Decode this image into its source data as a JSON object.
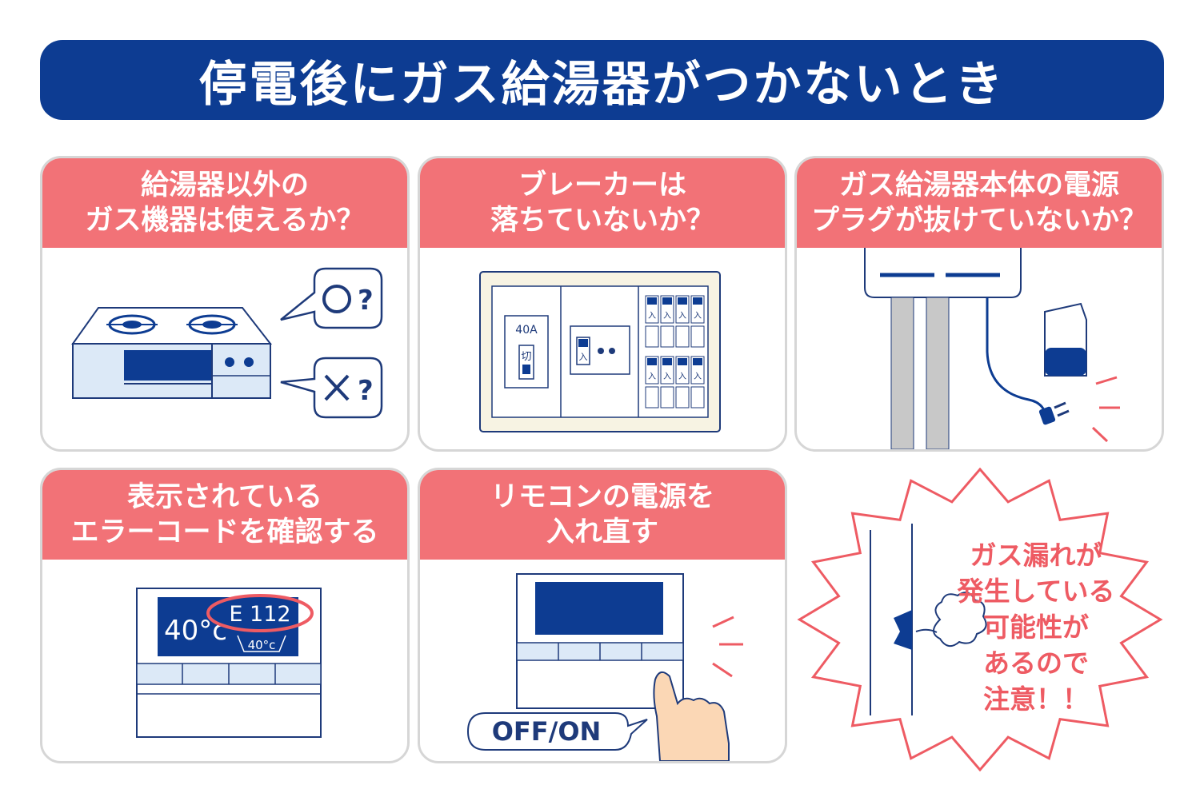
{
  "title": "停電後にガス給湯器がつかないとき",
  "colors": {
    "navy": "#0d3c92",
    "coral": "#f27277",
    "light_blue": "#dce9f7",
    "warn_red": "#ee5b63"
  },
  "cards": [
    {
      "line1": "給湯器以外の",
      "line2": "ガス機器は使えるか？",
      "bubble_ok": "〇?",
      "bubble_ng": "✕?"
    },
    {
      "line1": "ブレーカーは",
      "line2": "落ちていないか？",
      "breaker_label": "40A",
      "off_label": "切",
      "on_label": "入"
    },
    {
      "line1": "ガス給湯器本体の電源",
      "line2": "プラグが抜けていないか？"
    },
    {
      "line1": "表示されている",
      "line2": "エラーコードを確認する",
      "temp_main": "40°c",
      "error_code": "E 112",
      "temp_sub": "40°c"
    },
    {
      "line1": "リモコンの電源を",
      "line2": "入れ直す",
      "offon": "OFF/ON"
    }
  ],
  "warning": {
    "lines": [
      "ガス漏れが",
      "発生している",
      "可能性が",
      "あるので",
      "注意！！"
    ]
  }
}
